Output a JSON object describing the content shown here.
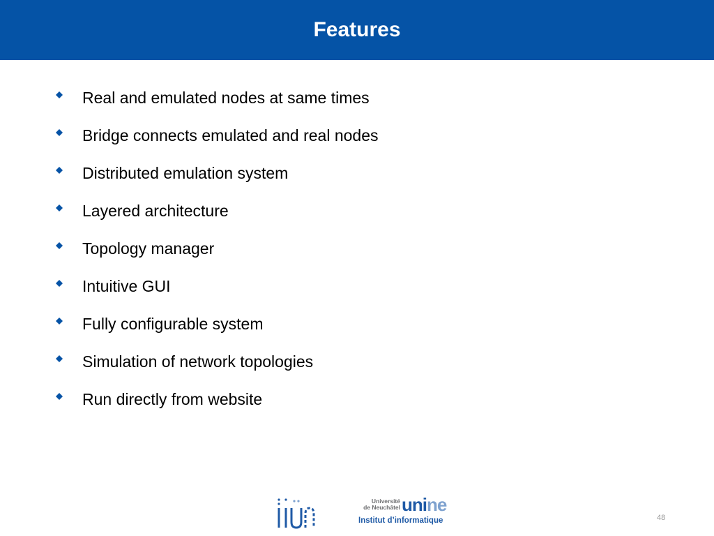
{
  "slide": {
    "title": "Features",
    "title_bar_color": "#0553a6",
    "bullet_color": "#0553a6",
    "bullets": [
      "Real and emulated nodes at same times",
      "Bridge connects emulated and real nodes",
      "Distributed emulation system",
      "Layered architecture",
      "Topology manager",
      "Intuitive GUI",
      "Fully configurable system",
      "Simulation of network topologies",
      "Run directly from website"
    ],
    "bullet_icon": "diamond-bullet-icon"
  },
  "footer": {
    "iiun_logo": "iiun-logo",
    "unine_line1": "Université",
    "unine_line2": "de Neuchâtel",
    "unine_wordmark_a": "uni",
    "unine_wordmark_b": "ne",
    "unine_institut": "Institut d’informatique",
    "page_number": "48"
  }
}
